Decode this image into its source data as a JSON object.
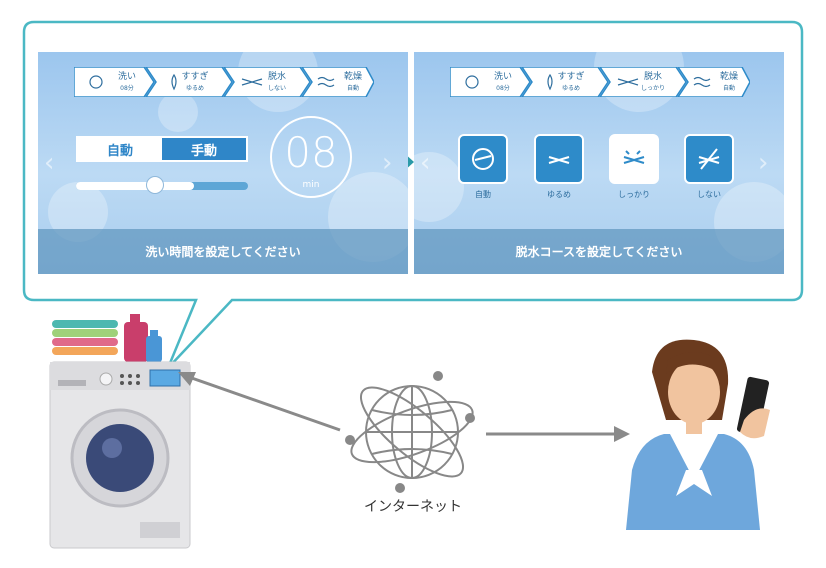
{
  "panel_left": {
    "steps": [
      {
        "label": "洗い",
        "sub": "08分"
      },
      {
        "label": "すすぎ",
        "sub": "ゆるめ"
      },
      {
        "label": "脱水",
        "sub": "しない"
      },
      {
        "label": "乾燥",
        "sub": "自動"
      }
    ],
    "toggle_auto": "自動",
    "toggle_manual": "手動",
    "dial_value": "08",
    "dial_unit": "min",
    "slider_fraction": 0.7,
    "footer": "洗い時間を設定してください"
  },
  "panel_right": {
    "steps": [
      {
        "label": "洗い",
        "sub": "08分"
      },
      {
        "label": "すすぎ",
        "sub": "ゆるめ"
      },
      {
        "label": "脱水",
        "sub": "しっかり"
      },
      {
        "label": "乾燥",
        "sub": "自動"
      }
    ],
    "options": [
      "自動",
      "ゆるめ",
      "しっかり",
      "しない"
    ],
    "selected_option": "しっかり",
    "footer": "脱水コースを設定してください"
  },
  "network_label": "インターネット",
  "colors": {
    "callout_border": "#4bb8c4",
    "accent_blue": "#2f86c8",
    "arrow_teal": "#2a9aa8",
    "arrow_gray": "#8a8a8a"
  }
}
